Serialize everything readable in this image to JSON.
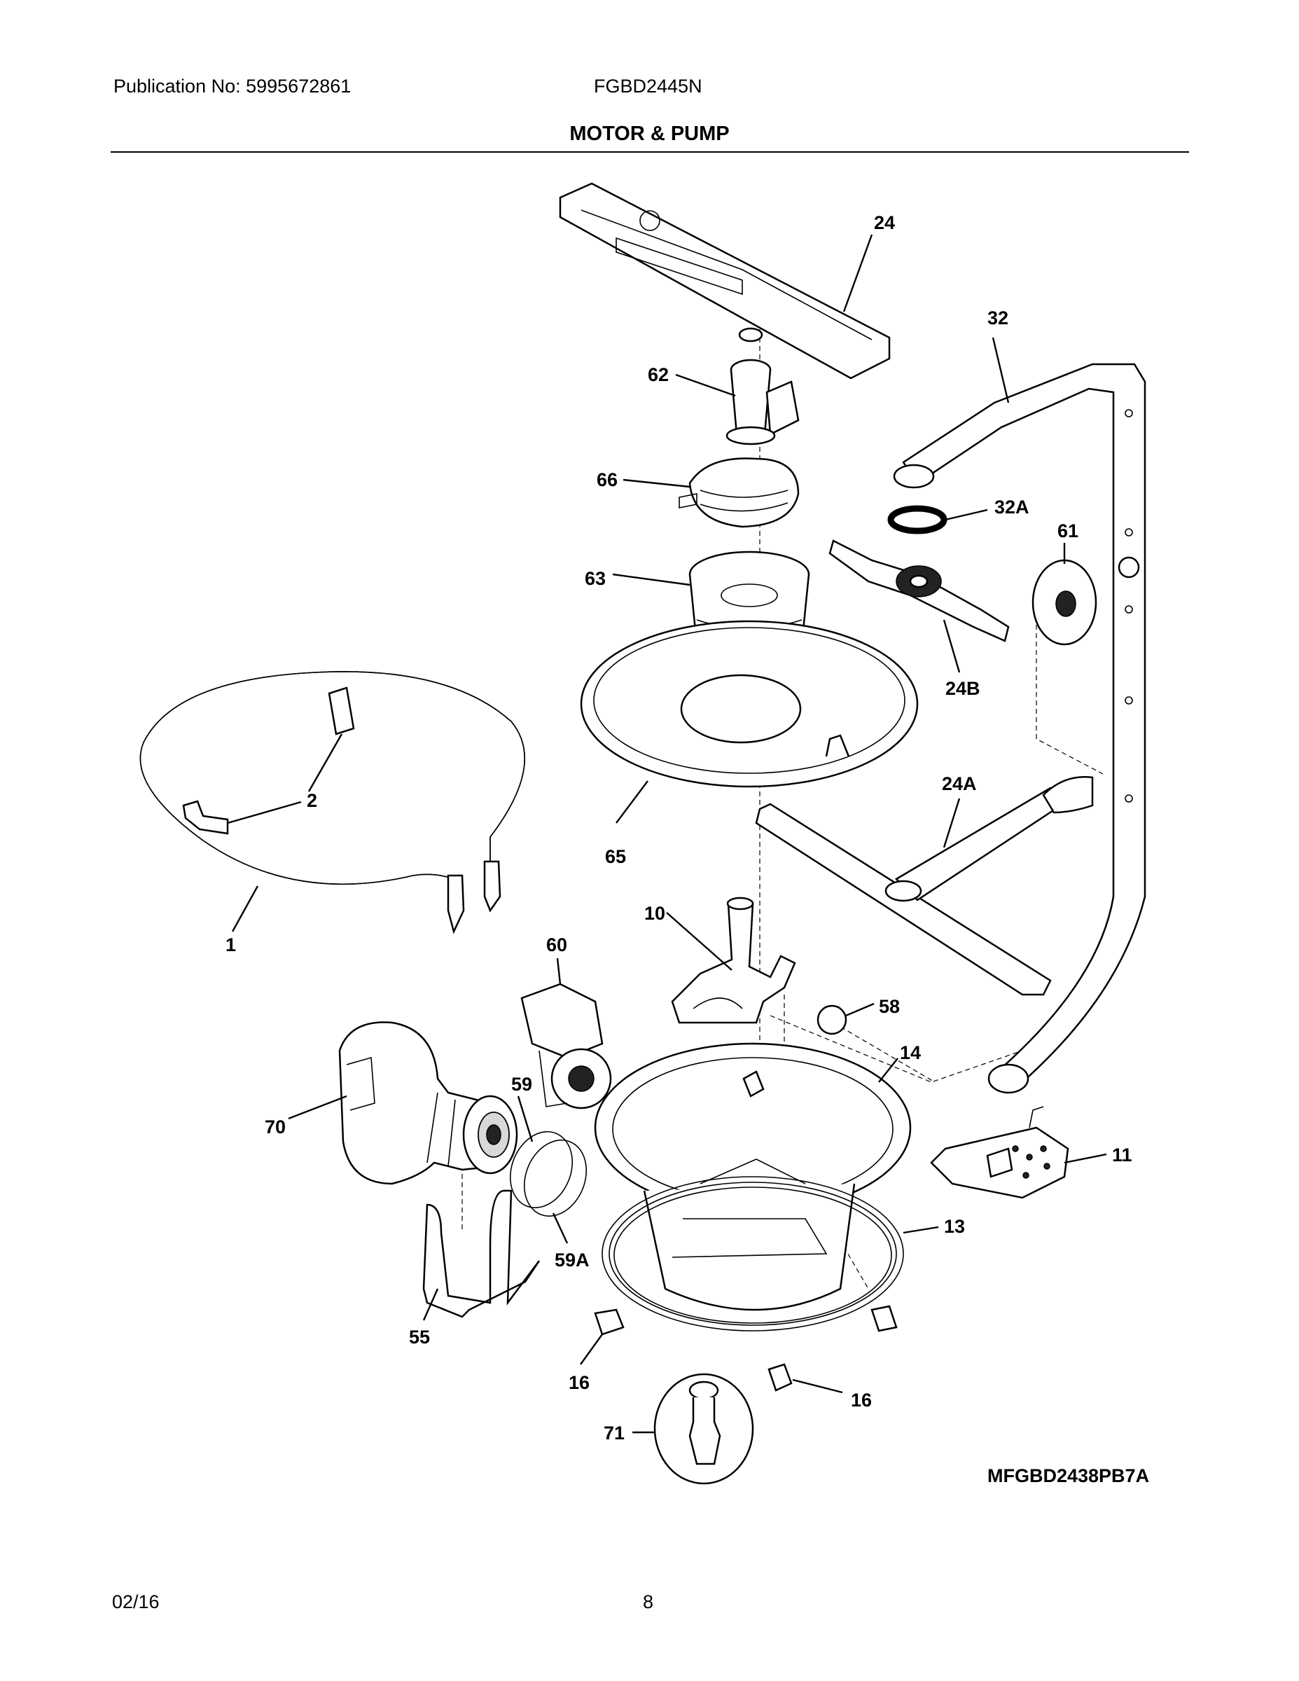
{
  "header": {
    "publication": "Publication No:  5995672861",
    "model": "FGBD2445N",
    "section_title": "MOTOR & PUMP"
  },
  "callouts": {
    "c24": "24",
    "c32": "32",
    "c62": "62",
    "c32A": "32A",
    "c61": "61",
    "c66": "66",
    "c63": "63",
    "c24B": "24B",
    "c2": "2",
    "c65": "65",
    "c24A": "24A",
    "c1": "1",
    "c10": "10",
    "c60": "60",
    "c58": "58",
    "c14": "14",
    "c70": "70",
    "c59": "59",
    "c11": "11",
    "c59A": "59A",
    "c13": "13",
    "c55": "55",
    "c16a": "16",
    "c16b": "16",
    "c71": "71"
  },
  "diagram_code": "MFGBD2438PB7A",
  "footer": {
    "date": "02/16",
    "page_number": "8"
  }
}
